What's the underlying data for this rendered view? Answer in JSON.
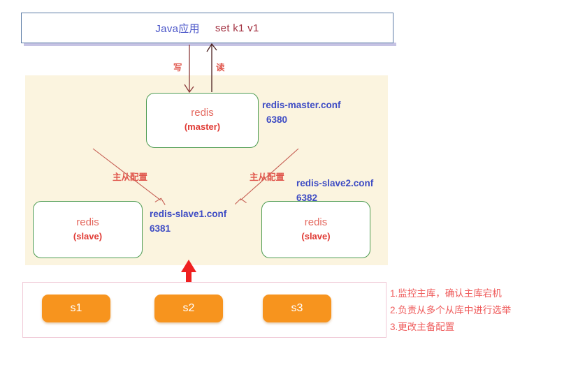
{
  "client": {
    "app_label": "Java应用",
    "command": "set k1 v1"
  },
  "flow_labels": {
    "write": "写",
    "read": "读",
    "replication_left": "主从配置",
    "replication_right": "主从配置"
  },
  "nodes": {
    "master": {
      "name": "redis",
      "role": "(master)",
      "conf": "redis-master.conf",
      "port": "6380"
    },
    "slave1": {
      "name": "redis",
      "role": "(slave)",
      "conf": "redis-slave1.conf",
      "port": "6381"
    },
    "slave2": {
      "name": "redis",
      "role": "(slave)",
      "conf": "redis-slave2.conf",
      "port": "6382"
    }
  },
  "sentinels": [
    {
      "label": "s1"
    },
    {
      "label": "s2"
    },
    {
      "label": "s3"
    }
  ],
  "duties": [
    "1.监控主库，确认主库宕机",
    "2.负责从多个从库中进行选举",
    "3.更改主备配置"
  ],
  "colors": {
    "panel_bg": "#fbf4df",
    "node_border": "#4e9c52",
    "node_text": "#e4695f",
    "role_text": "#e03b35",
    "conf_text": "#3d4bc4",
    "client_text": "#4a55c8",
    "command_text": "#a33242",
    "sentinel_fill": "#f7941e",
    "duty_text": "#ef5b5b",
    "arrow_line": "#8b3a3a",
    "repl_line": "#c45a4f",
    "sentinel_arrow": "#ef2020"
  }
}
